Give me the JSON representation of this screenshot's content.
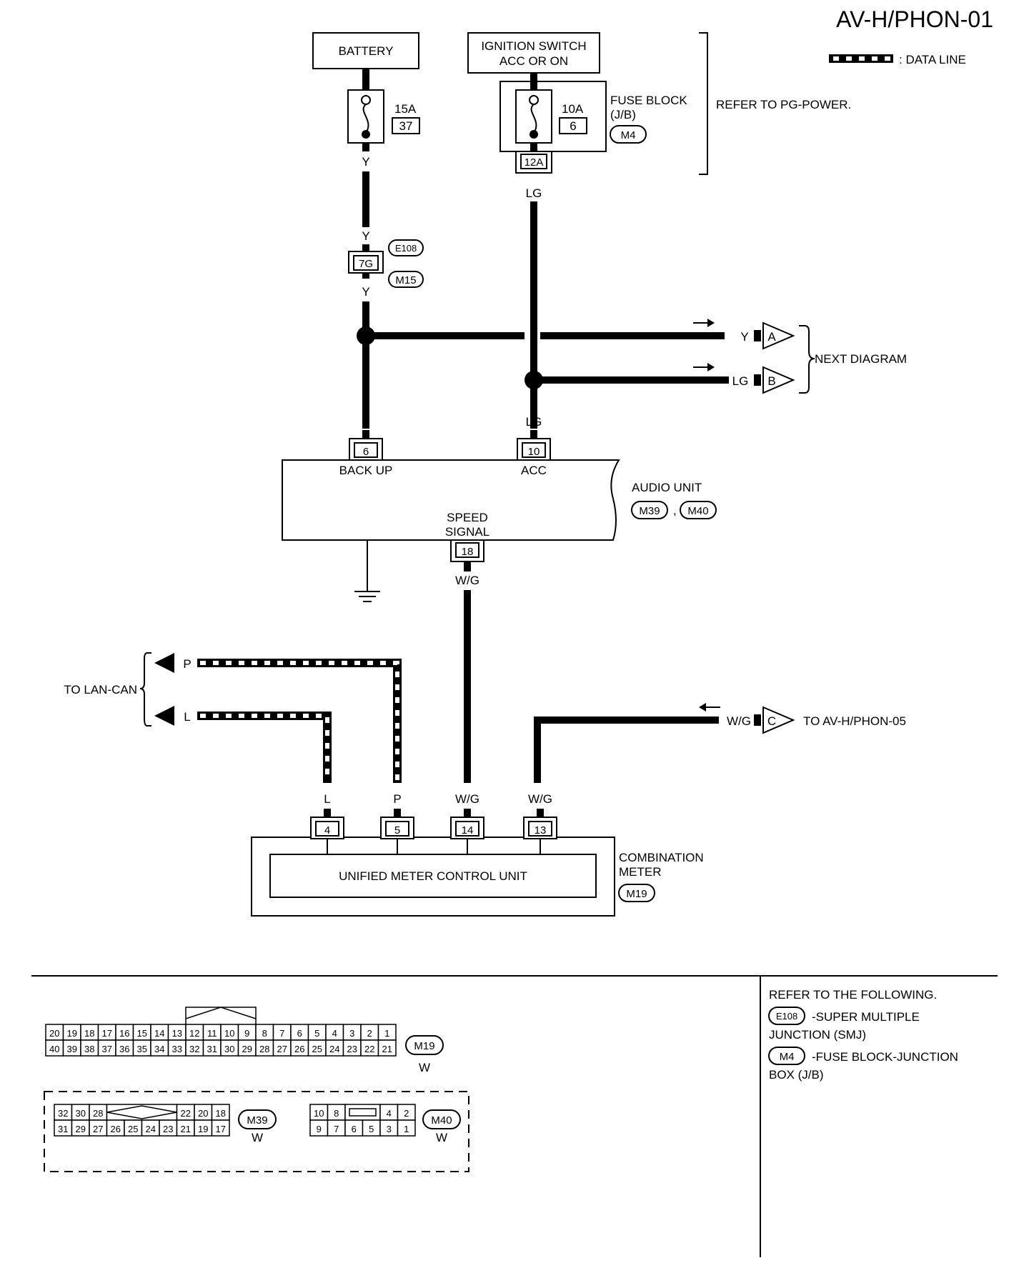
{
  "page_title": "AV-H/PHON-01",
  "legend": {
    "data_line": ": DATA LINE"
  },
  "battery": "BATTERY",
  "ignition": {
    "line1": "IGNITION SWITCH",
    "line2": "ACC OR ON"
  },
  "fuse_15a": {
    "rating": "15A",
    "number": "37"
  },
  "fuse_10a": {
    "rating": "10A",
    "number": "6"
  },
  "fuse_block": {
    "line1": "FUSE BLOCK",
    "line2": "(J/B)",
    "connector": "M4"
  },
  "fuse_block_terminal": "12A",
  "refer_pg": "REFER TO PG-POWER.",
  "colors": {
    "y": "Y",
    "lg": "LG",
    "wg": "W/G",
    "p": "P",
    "l": "L"
  },
  "smj": {
    "terminal": "7G",
    "conn_e": "E108",
    "conn_m": "M15"
  },
  "next_diagram": {
    "label": "NEXT DIAGRAM",
    "a": "A",
    "b": "B"
  },
  "audio_unit": {
    "label": "AUDIO UNIT",
    "conn1": "M39",
    "sep": ",",
    "conn2": "M40",
    "pin_backup": "6",
    "pin_acc": "10",
    "pin_speed": "18",
    "label_backup": "BACK UP",
    "label_acc": "ACC",
    "label_speed1": "SPEED",
    "label_speed2": "SIGNAL"
  },
  "to_lan_can": "TO LAN-CAN",
  "to_phon05": {
    "label": "TO AV-H/PHON-05",
    "c": "C"
  },
  "combination_meter": {
    "line1": "COMBINATION",
    "line2": "METER",
    "connector": "M19",
    "inner": "UNIFIED METER CONTROL UNIT",
    "pins": [
      "4",
      "5",
      "14",
      "13"
    ]
  },
  "connector_m19": {
    "id": "M19",
    "color": "W",
    "row1": [
      "20",
      "19",
      "18",
      "17",
      "16",
      "15",
      "14",
      "13",
      "12",
      "11",
      "10",
      "9",
      "8",
      "7",
      "6",
      "5",
      "4",
      "3",
      "2",
      "1"
    ],
    "row2": [
      "40",
      "39",
      "38",
      "37",
      "36",
      "35",
      "34",
      "33",
      "32",
      "31",
      "30",
      "29",
      "28",
      "27",
      "26",
      "25",
      "24",
      "23",
      "22",
      "21"
    ]
  },
  "connector_m39": {
    "id": "M39",
    "color": "W",
    "row1_left": [
      "32",
      "30",
      "28"
    ],
    "row1_right": [
      "22",
      "20",
      "18"
    ],
    "row2": [
      "31",
      "29",
      "27",
      "26",
      "25",
      "24",
      "23",
      "21",
      "19",
      "17"
    ]
  },
  "connector_m40": {
    "id": "M40",
    "color": "W",
    "row1_left": [
      "10",
      "8"
    ],
    "row1_right": [
      "4",
      "2"
    ],
    "row2": [
      "9",
      "7",
      "6",
      "5",
      "3",
      "1"
    ]
  },
  "refer_following": {
    "title": "REFER TO THE FOLLOWING.",
    "e108": "E108",
    "e108_text1": "-SUPER MULTIPLE",
    "e108_text2": "JUNCTION (SMJ)",
    "m4": "M4",
    "m4_text1": "-FUSE BLOCK-JUNCTION",
    "m4_text2": "BOX (J/B)"
  }
}
